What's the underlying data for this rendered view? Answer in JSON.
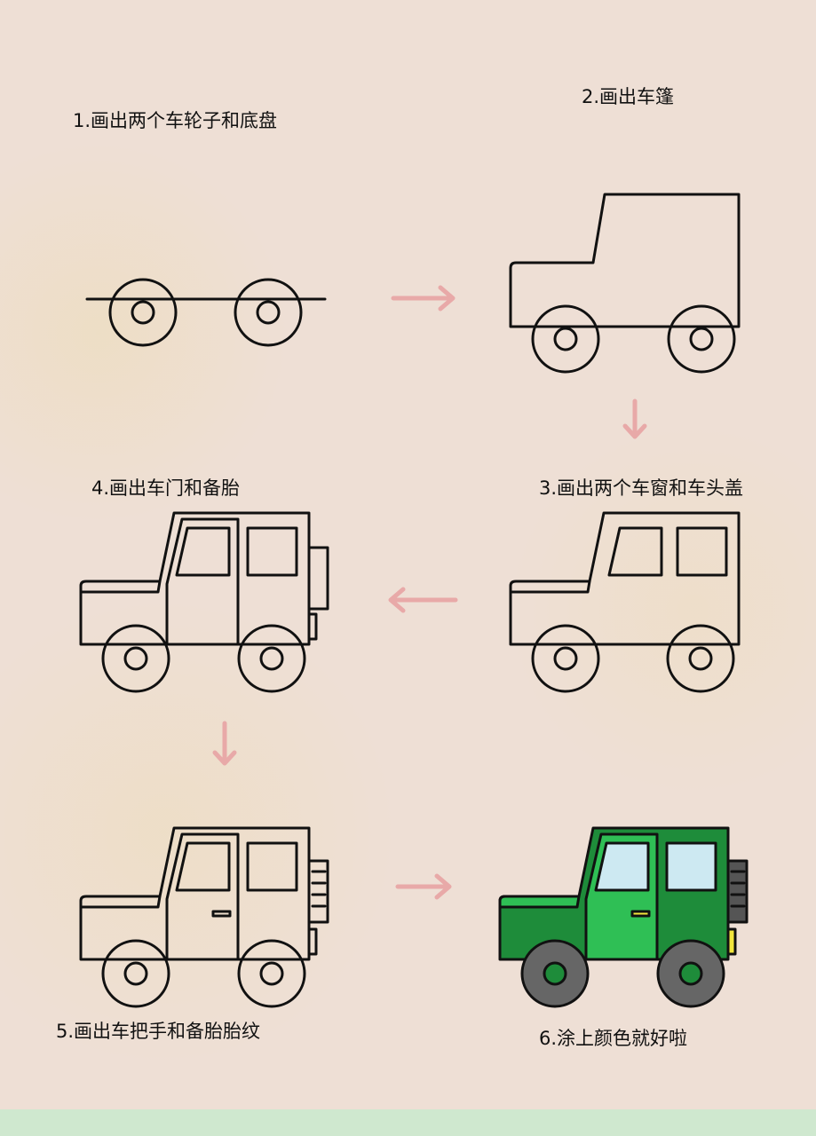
{
  "steps": [
    {
      "label": "1.画出两个车轮子和底盘"
    },
    {
      "label": "2.画出车篷"
    },
    {
      "label": "3.画出两个车窗和车头盖"
    },
    {
      "label": "4.画出车门和备胎"
    },
    {
      "label": "5.画出车把手和备胎胎纹"
    },
    {
      "label": "6.涂上颜色就好啦"
    }
  ],
  "colors": {
    "background": "#eedfd5",
    "footer_strip": "#cfe8cf",
    "arrow": "#e8a9a8",
    "body_dark_green": "#1e8c3a",
    "body_light_green": "#2fbf55",
    "window": "#cde9f2",
    "tire": "#666666",
    "hub": "#1e8c3a",
    "tail_light": "#f2e63c"
  }
}
